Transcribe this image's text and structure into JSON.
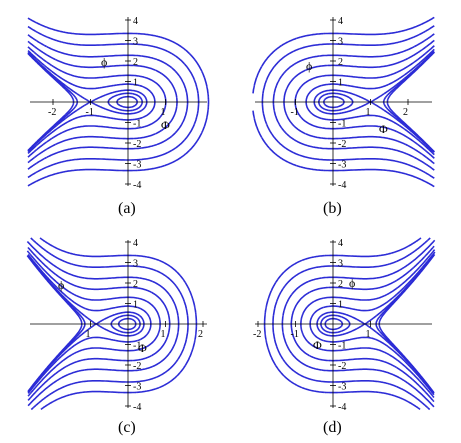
{
  "panels": [
    {
      "id": "a",
      "caption": "(a)",
      "x_ticks": [
        "-2",
        "-1",
        "1"
      ],
      "y_ticks": [
        "4",
        "3",
        "2",
        "1",
        "-1",
        "-2",
        "-3",
        "-4"
      ],
      "label_phi_small": "ϕ",
      "label_phi_big": "Φ"
    },
    {
      "id": "b",
      "caption": "(b)",
      "x_ticks": [
        "-1",
        "1",
        "2"
      ],
      "y_ticks": [
        "4",
        "3",
        "2",
        "1",
        "-1",
        "-2",
        "-3",
        "-4"
      ],
      "label_phi_small": "ϕ",
      "label_phi_big": "Φ"
    },
    {
      "id": "c",
      "caption": "(c)",
      "x_ticks": [
        "1",
        "1",
        "2"
      ],
      "y_ticks": [
        "4",
        "3",
        "2",
        "1",
        "-1",
        "-2",
        "-3",
        "-4"
      ],
      "label_phi_small": "ϕ",
      "label_phi_big": "Φ"
    },
    {
      "id": "d",
      "caption": "(d)",
      "x_ticks": [
        "-2",
        "-1",
        "1"
      ],
      "y_ticks": [
        "4",
        "3",
        "2",
        "1",
        "-1",
        "-2",
        "-3",
        "-4"
      ],
      "label_phi_small": "ϕ",
      "label_phi_big": "Φ"
    }
  ],
  "colors": {
    "curve": "#2b2bd6",
    "axis": "#000000"
  }
}
